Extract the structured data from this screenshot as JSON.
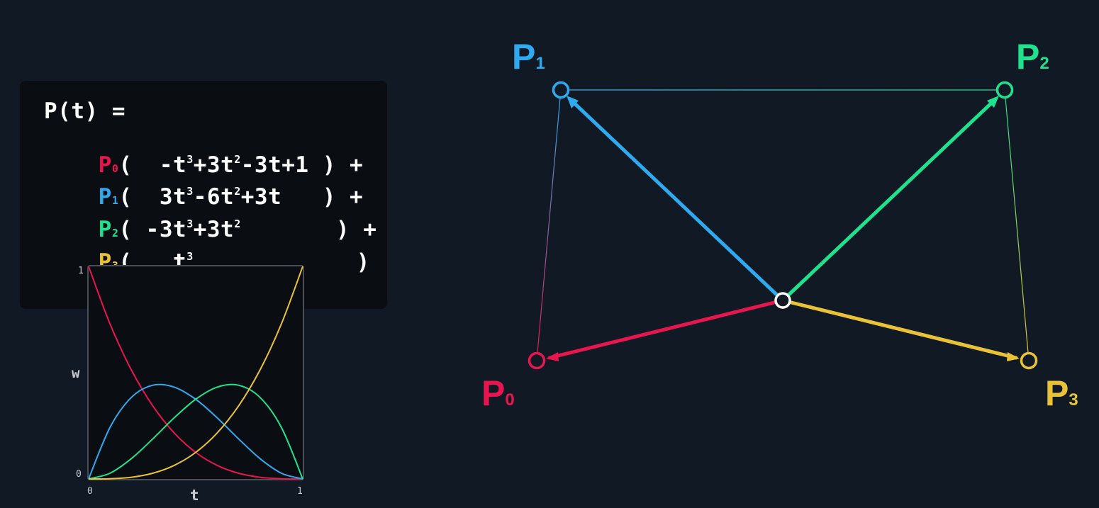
{
  "colors": {
    "background": "#111a24",
    "panel": "#0a0d12",
    "p0": "#e8154f",
    "p1": "#2eaaf0",
    "p2": "#1ee28e",
    "p3": "#e9c335"
  },
  "formula": {
    "header": "P(t) =",
    "rows": [
      {
        "point": "P",
        "sub": "0",
        "terms": [
          "(  -t",
          "3",
          "+3t",
          "2",
          "-3t+1 ) +"
        ]
      },
      {
        "point": "P",
        "sub": "1",
        "terms": [
          "(  3t",
          "3",
          "-6t",
          "2",
          "+3t   ) +"
        ]
      },
      {
        "point": "P",
        "sub": "2",
        "terms": [
          "( -3t",
          "3",
          "+3t",
          "2",
          "       ) +"
        ]
      },
      {
        "point": "P",
        "sub": "3",
        "terms": [
          "(   t",
          "3",
          "",
          "",
          "            )"
        ]
      }
    ]
  },
  "chart_data": {
    "type": "line",
    "x": [
      0,
      0.1,
      0.2,
      0.3,
      0.4,
      0.5,
      0.6,
      0.7,
      0.8,
      0.9,
      1
    ],
    "series": [
      {
        "color": "#e8154f",
        "values": [
          1,
          0.729,
          0.512,
          0.343,
          0.216,
          0.125,
          0.064,
          0.027,
          0.008,
          0.001,
          0
        ]
      },
      {
        "color": "#2eaaf0",
        "values": [
          0,
          0.243,
          0.384,
          0.441,
          0.432,
          0.375,
          0.288,
          0.189,
          0.096,
          0.027,
          0
        ]
      },
      {
        "color": "#1ee28e",
        "values": [
          0,
          0.027,
          0.096,
          0.189,
          0.288,
          0.375,
          0.432,
          0.441,
          0.384,
          0.243,
          0
        ]
      },
      {
        "color": "#e9c335",
        "values": [
          0,
          0.001,
          0.008,
          0.027,
          0.064,
          0.125,
          0.216,
          0.343,
          0.512,
          0.729,
          1
        ]
      }
    ],
    "xlabel": "t",
    "ylabel": "w",
    "xlim": [
      0,
      1
    ],
    "ylim": [
      0,
      1
    ],
    "xticks": [
      "0",
      "1"
    ],
    "yticks": [
      "0",
      "1"
    ]
  },
  "diagram": {
    "labels": [
      {
        "name": "P",
        "sub": "0"
      },
      {
        "name": "P",
        "sub": "1"
      },
      {
        "name": "P",
        "sub": "2"
      },
      {
        "name": "P",
        "sub": "3"
      }
    ]
  }
}
